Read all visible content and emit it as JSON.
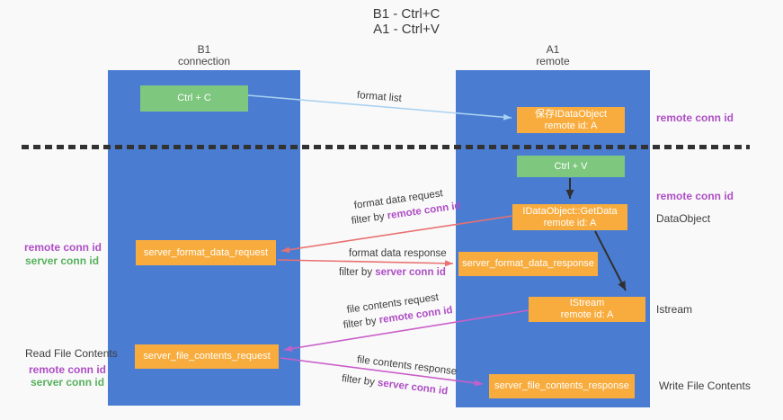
{
  "title": {
    "line1": "B1 - Ctrl+C",
    "line2": "A1 - Ctrl+V"
  },
  "lanes": {
    "left": {
      "name": "B1",
      "role": "connection"
    },
    "right": {
      "name": "A1",
      "role": "remote"
    }
  },
  "nodes": {
    "ctrl_c": {
      "label": "Ctrl + C"
    },
    "ctrl_v": {
      "label": "Ctrl + V"
    },
    "save_dataobject": {
      "line1": "保存IDataObject",
      "line2": "remote id: A"
    },
    "getdata": {
      "line1": "IDataObject::GetData",
      "line2": "remote id: A"
    },
    "format_request": {
      "label": "server_format_data_request"
    },
    "format_response": {
      "label": "server_format_data_response"
    },
    "istream": {
      "line1": "IStream",
      "line2": "remote id: A"
    },
    "file_request": {
      "label": "server_file_contents_request"
    },
    "file_response": {
      "label": "server_file_contents_response"
    }
  },
  "edge_labels": {
    "format_list": "format list",
    "format_request": {
      "line1": "format data request",
      "filter_prefix": "filter by ",
      "filter_key": "remote conn id"
    },
    "format_response": {
      "line1": "format data response",
      "filter_prefix": "filter by ",
      "filter_key": "server conn id"
    },
    "file_request": {
      "line1": "file contents request",
      "filter_prefix": "filter by ",
      "filter_key": "remote conn id"
    },
    "file_response": {
      "line1": "file contents response",
      "filter_prefix": "filter by ",
      "filter_key": "server conn id"
    }
  },
  "side_labels": {
    "right_remote_conn_top": "remote conn id",
    "right_remote_conn_mid": "remote conn id",
    "right_dataobject": "DataObject",
    "right_istream": "Istream",
    "right_write_file": "Write File Contents",
    "left_remote_conn_mid": "remote conn id",
    "left_server_conn_mid": "server conn id",
    "left_read_file": "Read File Contents",
    "left_remote_conn_bottom": "remote conn id",
    "left_server_conn_bottom": "server conn id"
  },
  "colors": {
    "lane_blue": "#4A7DD2",
    "node_green": "#7EC77F",
    "node_orange": "#F8AC3D",
    "arrow_light_blue": "#A9D1F0",
    "arrow_red": "#E97070",
    "arrow_magenta": "#C95FC9",
    "arrow_black": "#303030",
    "text_purple": "#AE4EC4",
    "text_green": "#56B25C",
    "background": "#F9F9FA"
  }
}
